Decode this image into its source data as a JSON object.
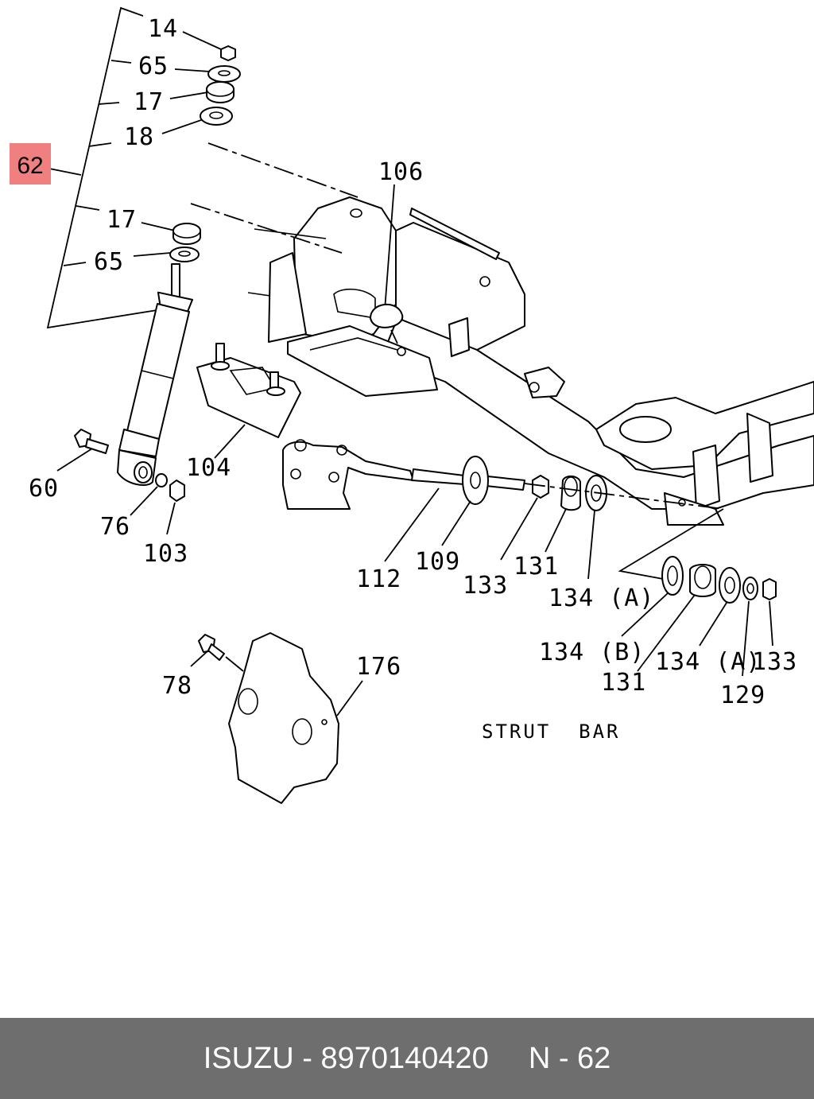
{
  "highlight": {
    "label": "62",
    "color": "#f08080"
  },
  "callouts": {
    "c14": "14",
    "c65a": "65",
    "c17a": "17",
    "c18": "18",
    "c17b": "17",
    "c65b": "65",
    "c106": "106",
    "c104": "104",
    "c60": "60",
    "c76": "76",
    "c103": "103",
    "c112": "112",
    "c109": "109",
    "c133a": "133",
    "c131a": "131",
    "c134a": "134 (A)",
    "c134b": "134 (B)",
    "c131b": "131",
    "c134c": "134 (A)",
    "c133b": "133",
    "c129": "129",
    "c78": "78",
    "c176": "176"
  },
  "caption": "STRUT  BAR",
  "footer": {
    "brand": "ISUZU",
    "part_number": "8970140420",
    "ref": "N - 62",
    "bg_color": "#6e6e6e"
  }
}
